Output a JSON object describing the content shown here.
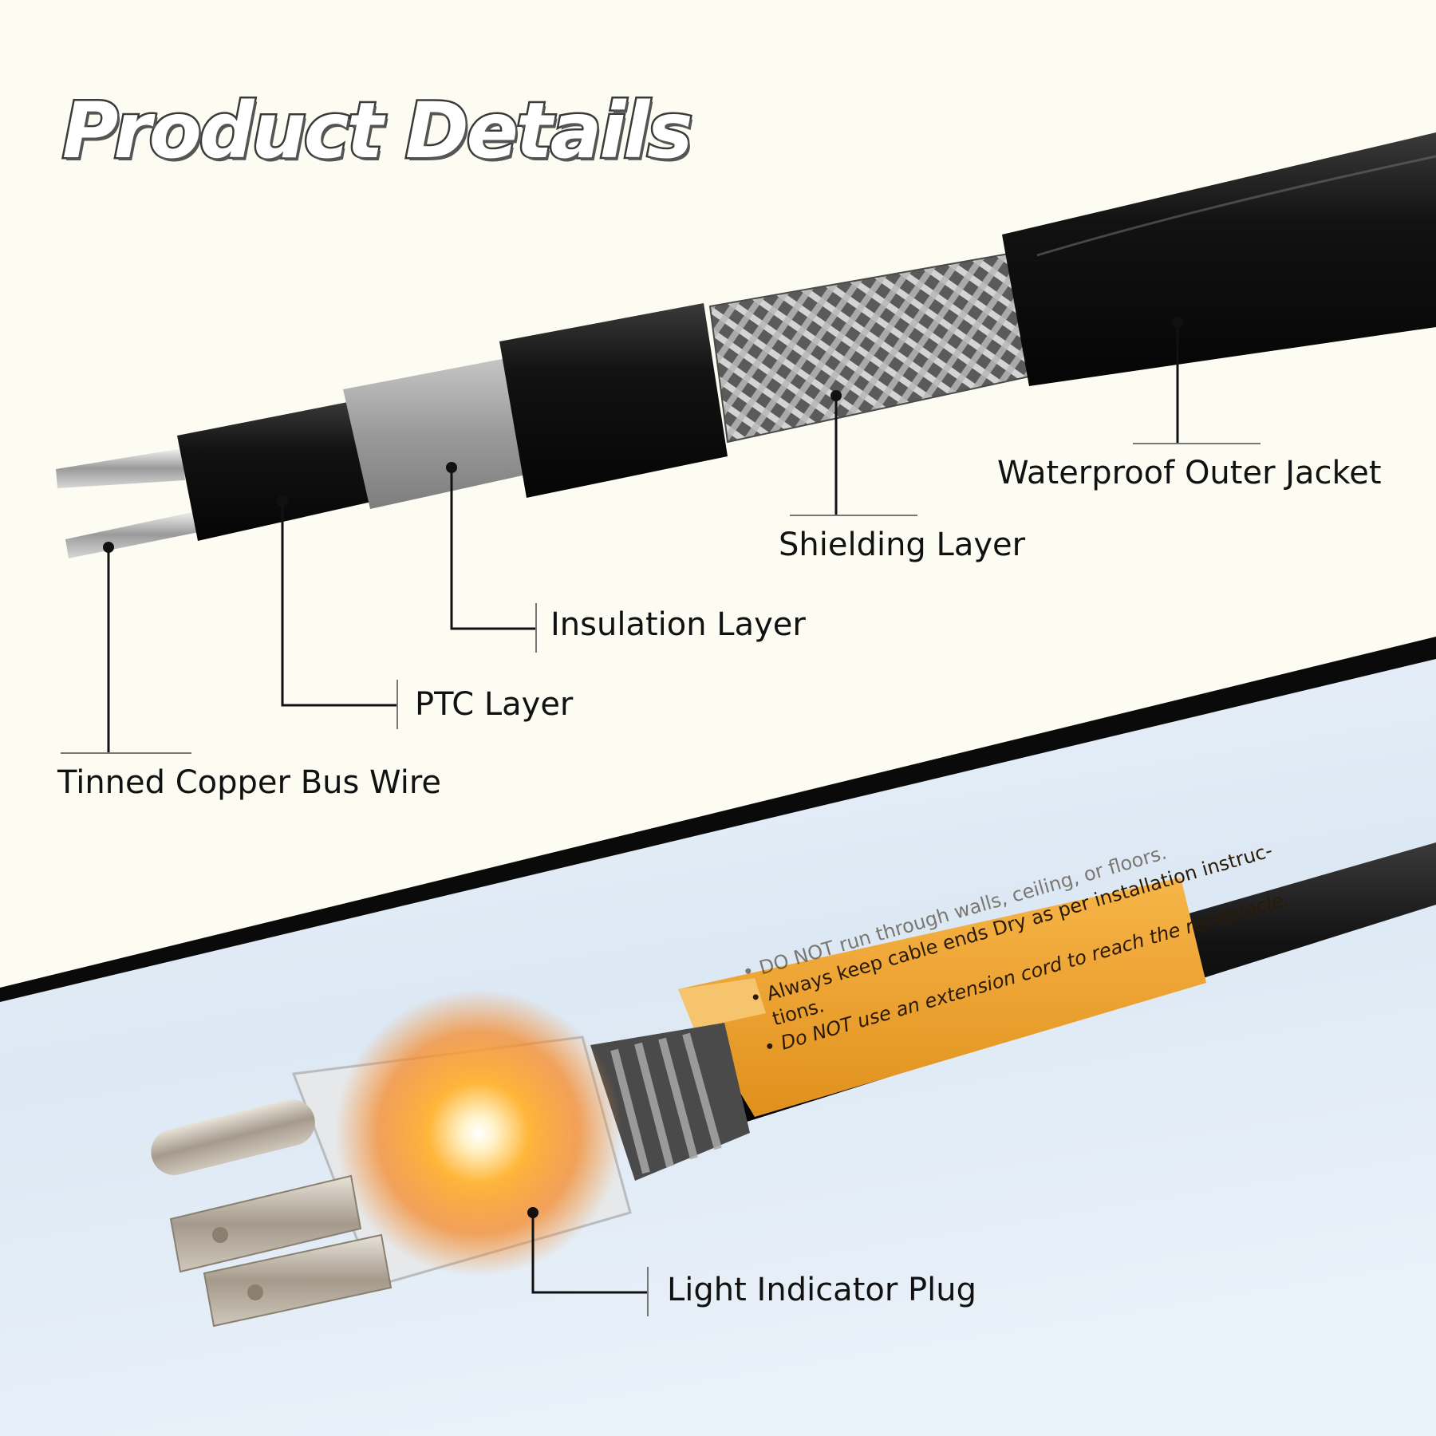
{
  "title": "Product Details",
  "callouts": {
    "outer_jacket": "Waterproof Outer Jacket",
    "shielding": "Shielding Layer",
    "insulation": "Insulation Layer",
    "ptc": "PTC Layer",
    "bus_wire": "Tinned Copper Bus Wire",
    "plug": "Light Indicator Plug"
  },
  "warning_tag": {
    "line1": "• DO NOT run through walls, ceiling, or floors.",
    "line2": "• Always keep cable ends Dry as per installation instruc-",
    "line3": "tions.",
    "line4": "• Do NOT use an extension cord to reach the receptacle."
  },
  "colors": {
    "background_top": "#fdfcf3",
    "background_bottom": "#dde9f5",
    "divider": "#0a0a0a",
    "tag": "#f0a432",
    "glow": "#ffb347"
  }
}
